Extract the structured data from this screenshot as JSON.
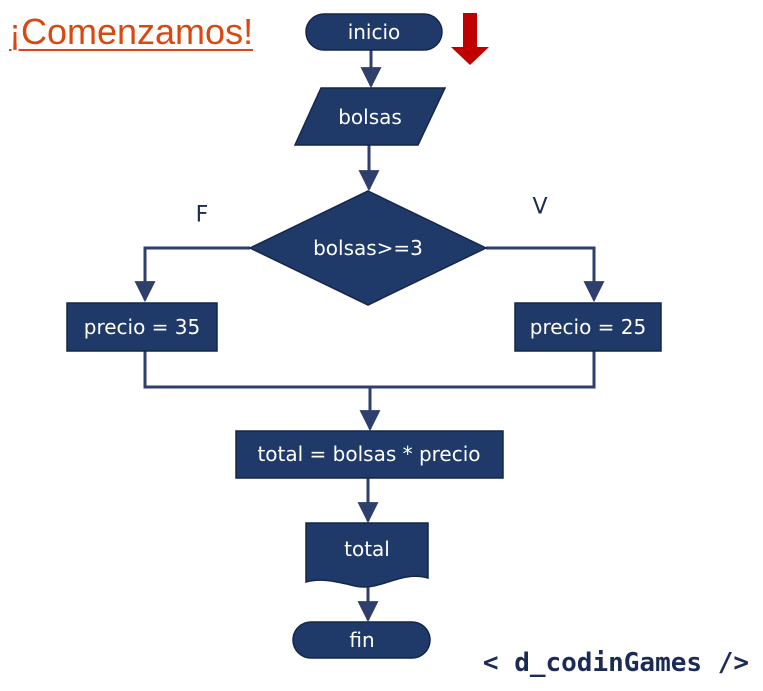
{
  "heading": "¡Comenzamos!",
  "brand": "< d_codinGames />",
  "colors": {
    "node_fill": "#1f3a68",
    "edge": "#2e3f6e",
    "heading": "#d9480f",
    "start_arrow": "#c00000"
  },
  "start_indicator_icon": "arrow-down-icon",
  "nodes": {
    "start": "inicio",
    "input": "bolsas",
    "decision": "bolsas>=3",
    "false_process": "precio = 35",
    "true_process": "precio = 25",
    "calc": "total = bolsas * precio",
    "output": "total",
    "end": "fin"
  },
  "branches": {
    "false": "F",
    "true": "V"
  }
}
